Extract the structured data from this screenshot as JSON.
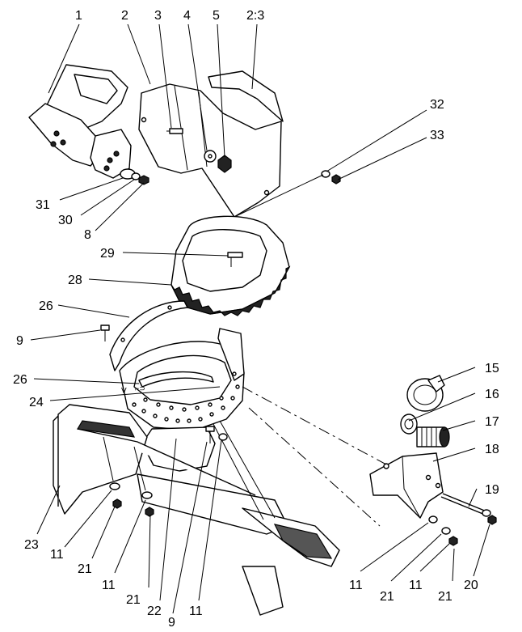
{
  "callouts": [
    {
      "id": "c1",
      "text": "1"
    },
    {
      "id": "c2",
      "text": "2"
    },
    {
      "id": "c3",
      "text": "3"
    },
    {
      "id": "c4",
      "text": "4"
    },
    {
      "id": "c5",
      "text": "5"
    },
    {
      "id": "c2-3",
      "text": "2:3"
    },
    {
      "id": "c32",
      "text": "32"
    },
    {
      "id": "c33",
      "text": "33"
    },
    {
      "id": "c31",
      "text": "31"
    },
    {
      "id": "c30",
      "text": "30"
    },
    {
      "id": "c8",
      "text": "8"
    },
    {
      "id": "c29",
      "text": "29"
    },
    {
      "id": "c28",
      "text": "28"
    },
    {
      "id": "c26a",
      "text": "26"
    },
    {
      "id": "c9a",
      "text": "9"
    },
    {
      "id": "c26b",
      "text": "26"
    },
    {
      "id": "c24",
      "text": "24"
    },
    {
      "id": "c15",
      "text": "15"
    },
    {
      "id": "c16",
      "text": "16"
    },
    {
      "id": "c17",
      "text": "17"
    },
    {
      "id": "c18",
      "text": "18"
    },
    {
      "id": "c19",
      "text": "19"
    },
    {
      "id": "c23",
      "text": "23"
    },
    {
      "id": "c11a",
      "text": "11"
    },
    {
      "id": "c21a",
      "text": "21"
    },
    {
      "id": "c11b",
      "text": "11"
    },
    {
      "id": "c21b",
      "text": "21"
    },
    {
      "id": "c22",
      "text": "22"
    },
    {
      "id": "c9b",
      "text": "9"
    },
    {
      "id": "c11c",
      "text": "11"
    },
    {
      "id": "c11d",
      "text": "11"
    },
    {
      "id": "c21c",
      "text": "21"
    },
    {
      "id": "c11e",
      "text": "11"
    },
    {
      "id": "c21d",
      "text": "21"
    },
    {
      "id": "c20",
      "text": "20"
    }
  ],
  "ring_marks": {
    "left": "V",
    "right": "⌐⊃"
  }
}
